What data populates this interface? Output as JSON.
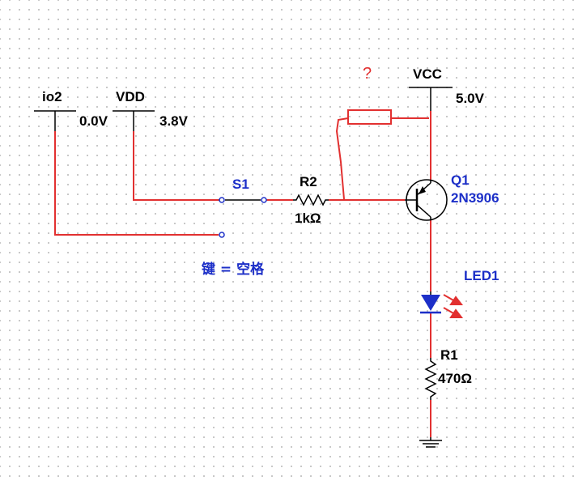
{
  "annotation": {
    "question_mark": "?"
  },
  "io2": {
    "label": "io2",
    "voltage": "0.0V"
  },
  "vdd": {
    "label": "VDD",
    "voltage": "3.8V"
  },
  "vcc": {
    "label": "VCC",
    "voltage": "5.0V"
  },
  "switch": {
    "ref": "S1",
    "key_hint": "键 = 空格"
  },
  "resistor_r2": {
    "ref": "R2",
    "value": "1kΩ"
  },
  "transistor": {
    "ref": "Q1",
    "model": "2N3906"
  },
  "led": {
    "ref": "LED1"
  },
  "resistor_r1": {
    "ref": "R1",
    "value": "470Ω"
  },
  "colors": {
    "wire": "#e23030",
    "label_blue": "#1c2fc8",
    "led_blue": "#1c2fc8",
    "symbol": "#000000"
  }
}
